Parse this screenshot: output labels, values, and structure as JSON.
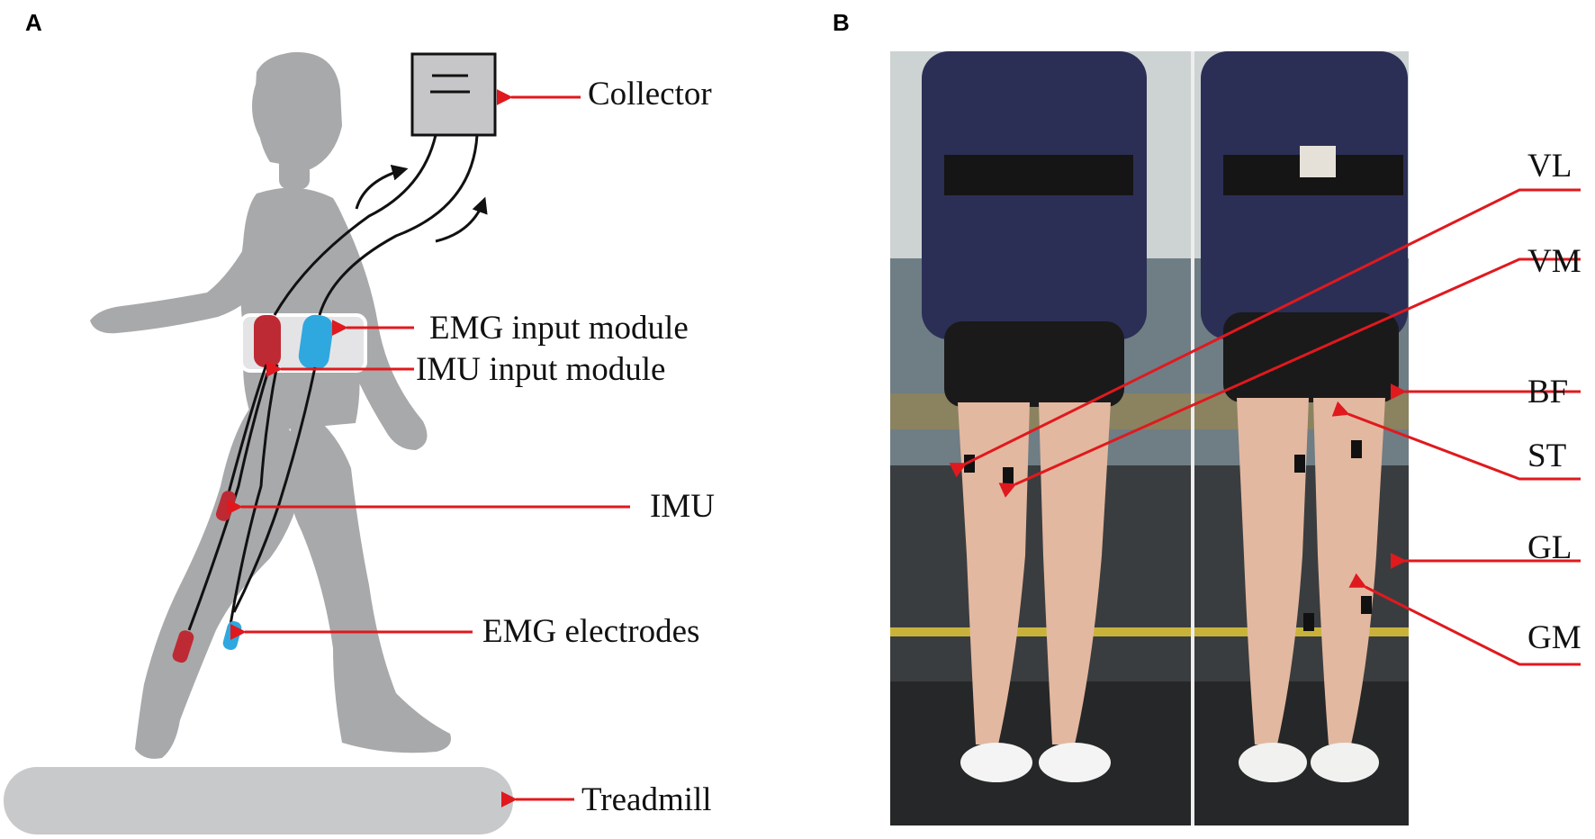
{
  "panels": {
    "a": {
      "letter": "A",
      "labels": {
        "collector": "Collector",
        "emg_input": "EMG input module",
        "imu_input": "IMU input module",
        "imu": "IMU",
        "emg_electrodes": "EMG electrodes",
        "treadmill": "Treadmill"
      }
    },
    "b": {
      "letter": "B",
      "muscles": [
        "VL",
        "VM",
        "BF",
        "ST",
        "GL",
        "GM"
      ]
    }
  },
  "colors": {
    "silhouette": "#a8a9ab",
    "arrow": "#e0191e",
    "imu_marker": "#be2a34",
    "emg_marker": "#2fa8df",
    "collector_box": "#c6c6c8",
    "treadmill": "#c8c9cb"
  }
}
